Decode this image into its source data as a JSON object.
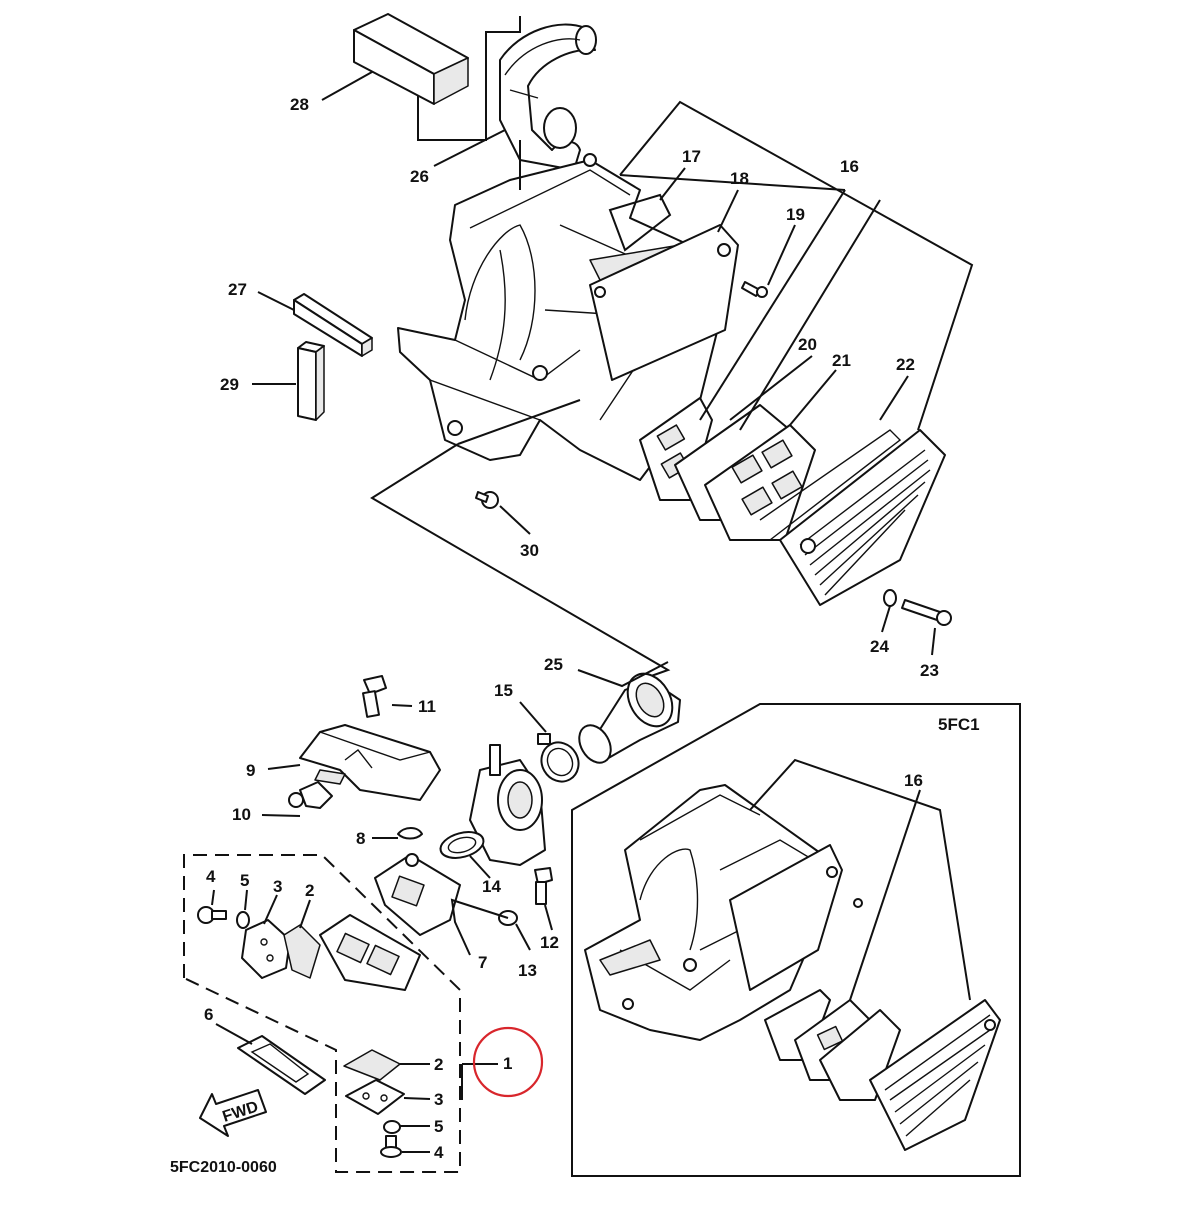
{
  "diagram": {
    "drawing_code": "5FC2010-0060",
    "variant_label": "5FC1",
    "forward_arrow_label": "FWD",
    "highlighted_callout": "1",
    "callouts": {
      "c1": "1",
      "c2a": "2",
      "c2b": "2",
      "c3a": "3",
      "c3b": "3",
      "c4a": "4",
      "c4b": "4",
      "c5a": "5",
      "c5b": "5",
      "c6": "6",
      "c7": "7",
      "c8": "8",
      "c9": "9",
      "c10": "10",
      "c11": "11",
      "c12": "12",
      "c13": "13",
      "c14": "14",
      "c15": "15",
      "c16a": "16",
      "c16b": "16",
      "c17": "17",
      "c18": "18",
      "c19": "19",
      "c20": "20",
      "c21": "21",
      "c22": "22",
      "c23": "23",
      "c24": "24",
      "c25": "25",
      "c26": "26",
      "c27": "27",
      "c28": "28",
      "c29": "29",
      "c30": "30"
    }
  }
}
